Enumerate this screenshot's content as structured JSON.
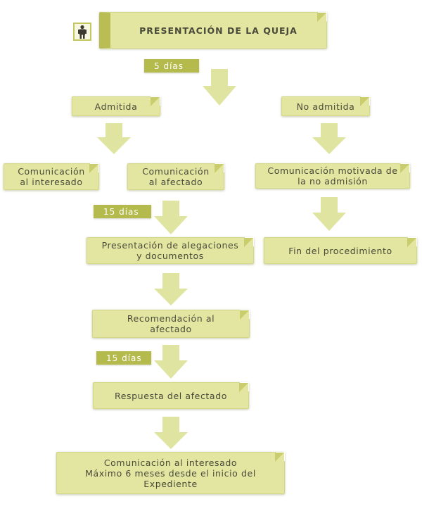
{
  "diagram": {
    "start": "PRESENTACIÓN DE LA QUEJA",
    "durations": [
      "5 días",
      "15 días",
      "15 días"
    ],
    "admitted": "Admitida",
    "not_admitted": "No admitida",
    "comm_interested": "Comunicación\nal interesado",
    "comm_affected": "Comunicación\nal afectado",
    "comm_not_admitted": "Comunicación motivada de\nla no admisión",
    "allegations": "Presentación de alegaciones\ny documentos",
    "end_procedure": "Fin del procedimiento",
    "recommendation": "Recomendación al\nafectado",
    "affected_response": "Respuesta del afectado",
    "final_comm": "Comunicación al interesado\nMáximo 6 meses desde el inicio del\nExpediente"
  },
  "icon": "person-icon",
  "colors": {
    "box_fill": "#e2e6a0",
    "box_accent": "#b9bd54",
    "pill_fill": "#b5ba4c",
    "arrow_fill": "#dfe5a0",
    "text": "#4a4a3a"
  }
}
